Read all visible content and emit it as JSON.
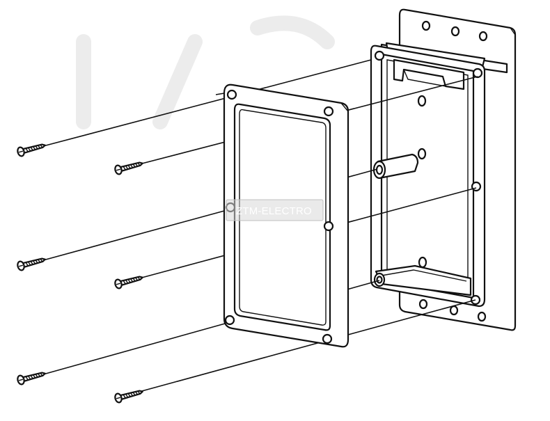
{
  "watermark": {
    "text": "ZTM-ELECTRO"
  },
  "figure": {
    "parts": [
      "cover-plate",
      "enclosure-body",
      "mounting-bracket",
      "screws"
    ],
    "screw_count": 6,
    "line_color": "#111111",
    "background": "#ffffff"
  }
}
